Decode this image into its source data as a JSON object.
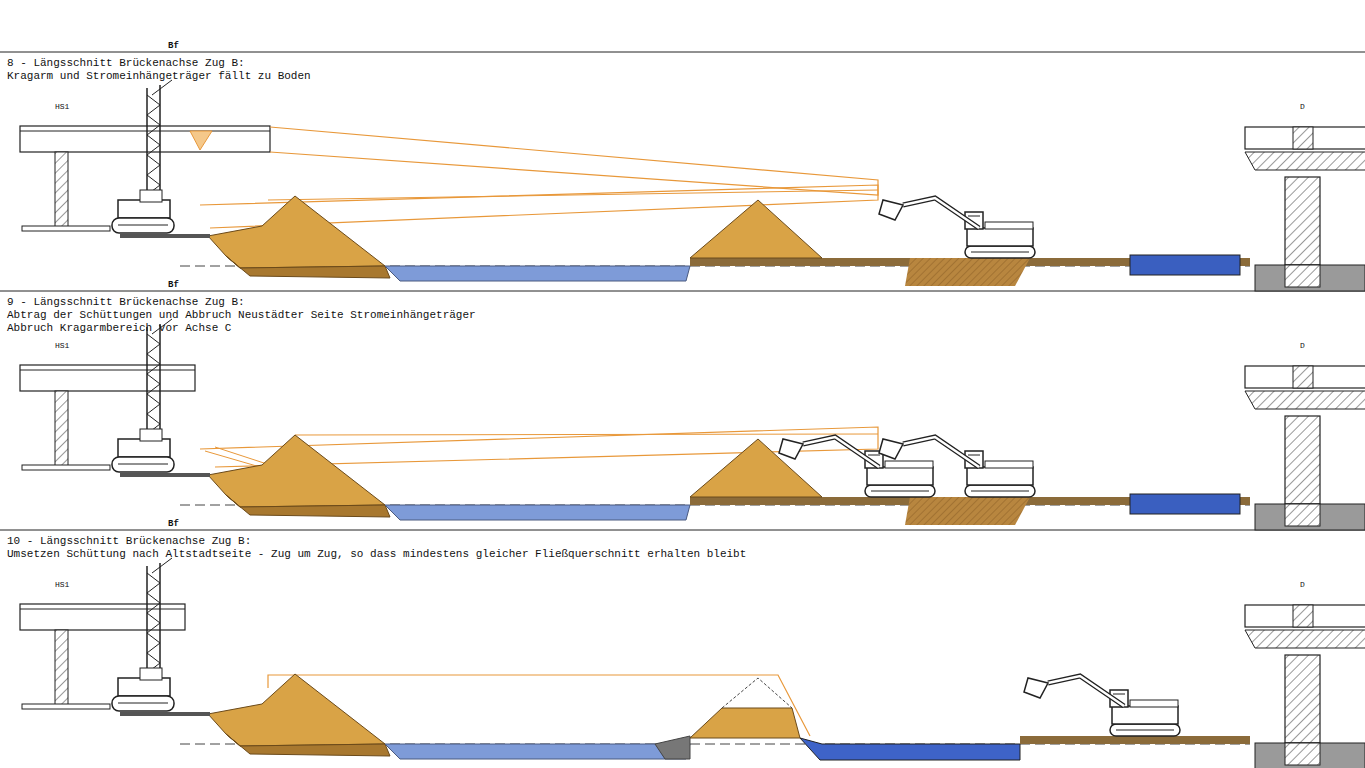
{
  "diagram": {
    "labels": [
      "Bf",
      "8 - Längsschnitt Brückenachse Zug B:",
      "Kragarm und Stromeinhängeträger fällt zu Boden",
      "HS1",
      "D",
      "Bf",
      "9 - Längsschnitt Brückenachse Zug B:",
      "Abtrag der Schüttungen und Abbruch Neustädter Seite Stromeinhängeträger",
      "Abbruch Kragarmbereich vor Achse C",
      "HS1",
      "D",
      "Bf",
      "10 - Längsschnitt Brückenachse Zug B:",
      "Umsetzen Schüttung nach Altstadtseite - Zug um Zug, so dass mindestens gleicher Fließquerschnitt erhalten bleibt",
      "HS1",
      "D"
    ]
  }
}
